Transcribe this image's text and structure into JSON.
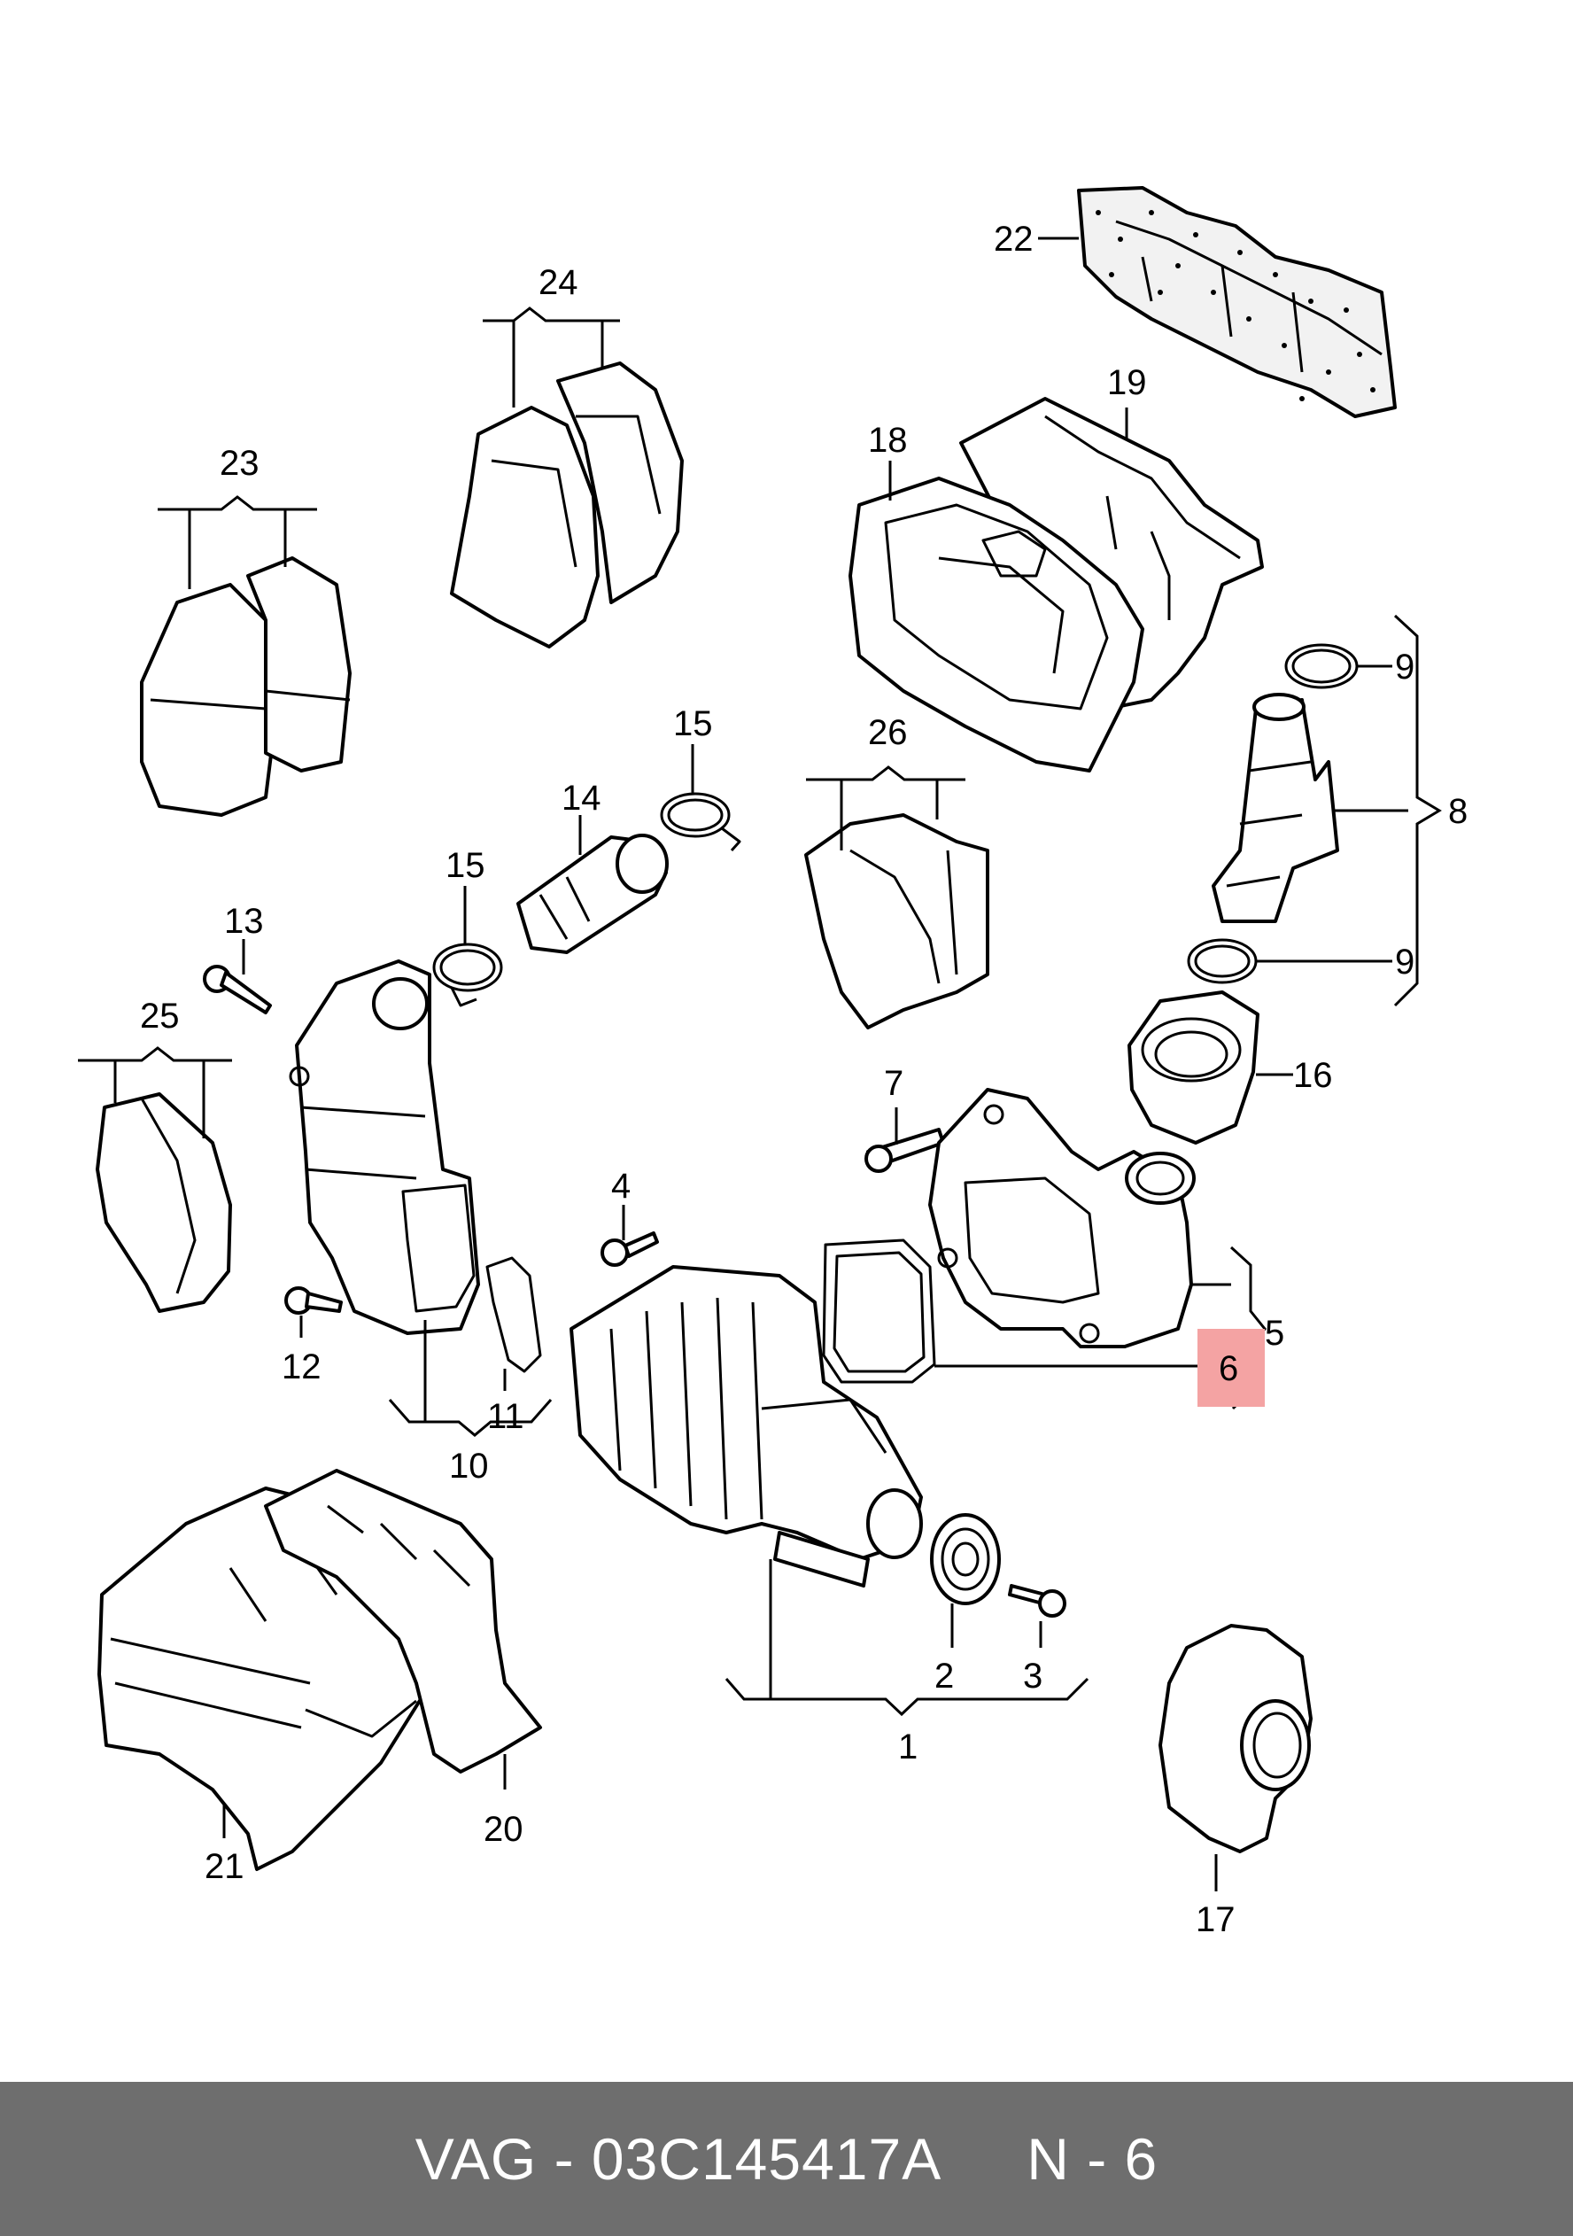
{
  "callouts": {
    "c1": "1",
    "c2": "2",
    "c3": "3",
    "c4": "4",
    "c5": "5",
    "c6": "6",
    "c7": "7",
    "c8": "8",
    "c9a": "9",
    "c9b": "9",
    "c10": "10",
    "c11": "11",
    "c12": "12",
    "c13": "13",
    "c14": "14",
    "c15a": "15",
    "c15b": "15",
    "c16": "16",
    "c17": "17",
    "c18": "18",
    "c19": "19",
    "c20": "20",
    "c21": "21",
    "c22": "22",
    "c23": "23",
    "c24": "24",
    "c25": "25",
    "c26": "26"
  },
  "highlighted_callout": "6",
  "highlight_color": "#f4a3a3",
  "footer": {
    "part_number": "VAG - 03C145417A",
    "position": "N - 6"
  }
}
